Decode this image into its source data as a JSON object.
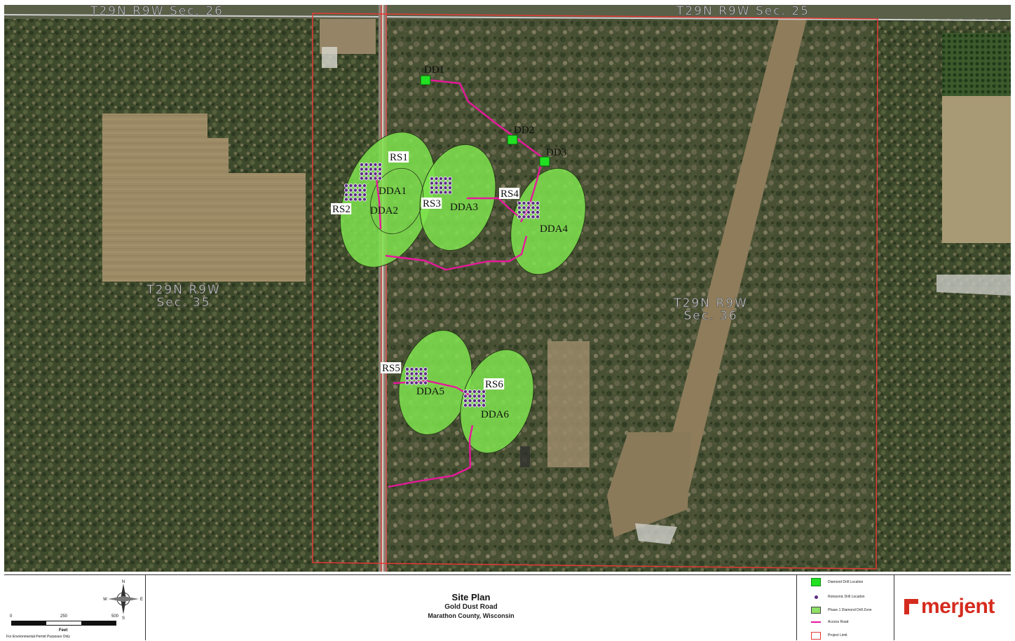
{
  "map": {
    "section_labels": [
      {
        "line1": "T29N R9W Sec. 26",
        "line2": ""
      },
      {
        "line1": "T29N R9W Sec. 25",
        "line2": ""
      },
      {
        "line1": "T29N R9W",
        "line2": "Sec. 35"
      },
      {
        "line1": "T29N R9W",
        "line2": "Sec. 36"
      }
    ],
    "diamond_drill_labels": [
      "DD1",
      "DD2",
      "DD3"
    ],
    "rs_labels": [
      "RS1",
      "RS2",
      "RS3",
      "RS4",
      "RS5",
      "RS6"
    ],
    "dda_labels": [
      "DDA1",
      "DDA2",
      "DDA3",
      "DDA4",
      "DDA5",
      "DDA6"
    ],
    "colors": {
      "project_limit": "#e53935",
      "access_road": "#e6199b",
      "drill_zone": "#7ee34d",
      "diamond_drill": "#22e022",
      "rotosonic": "#5b2a80"
    }
  },
  "title_block": {
    "title": "Site Plan",
    "subtitle": "Gold Dust Road",
    "county": "Marathon County, Wisconsin"
  },
  "scale": {
    "ticks": [
      "0",
      "250",
      "500"
    ],
    "unit": "Feet",
    "note": "For Environmental Permit Purposes Only",
    "north_label": "N",
    "west_label": "W",
    "east_label": "E",
    "south_label": "S"
  },
  "legend": {
    "items": [
      {
        "label": "Diamond Drill Location"
      },
      {
        "label": "Rotosonic Drill Location"
      },
      {
        "label": "Phase 1 Diamond Drill Zone"
      },
      {
        "label": "Access Road"
      },
      {
        "label": "Project Limit"
      }
    ]
  },
  "logo": {
    "text": "merjent"
  }
}
